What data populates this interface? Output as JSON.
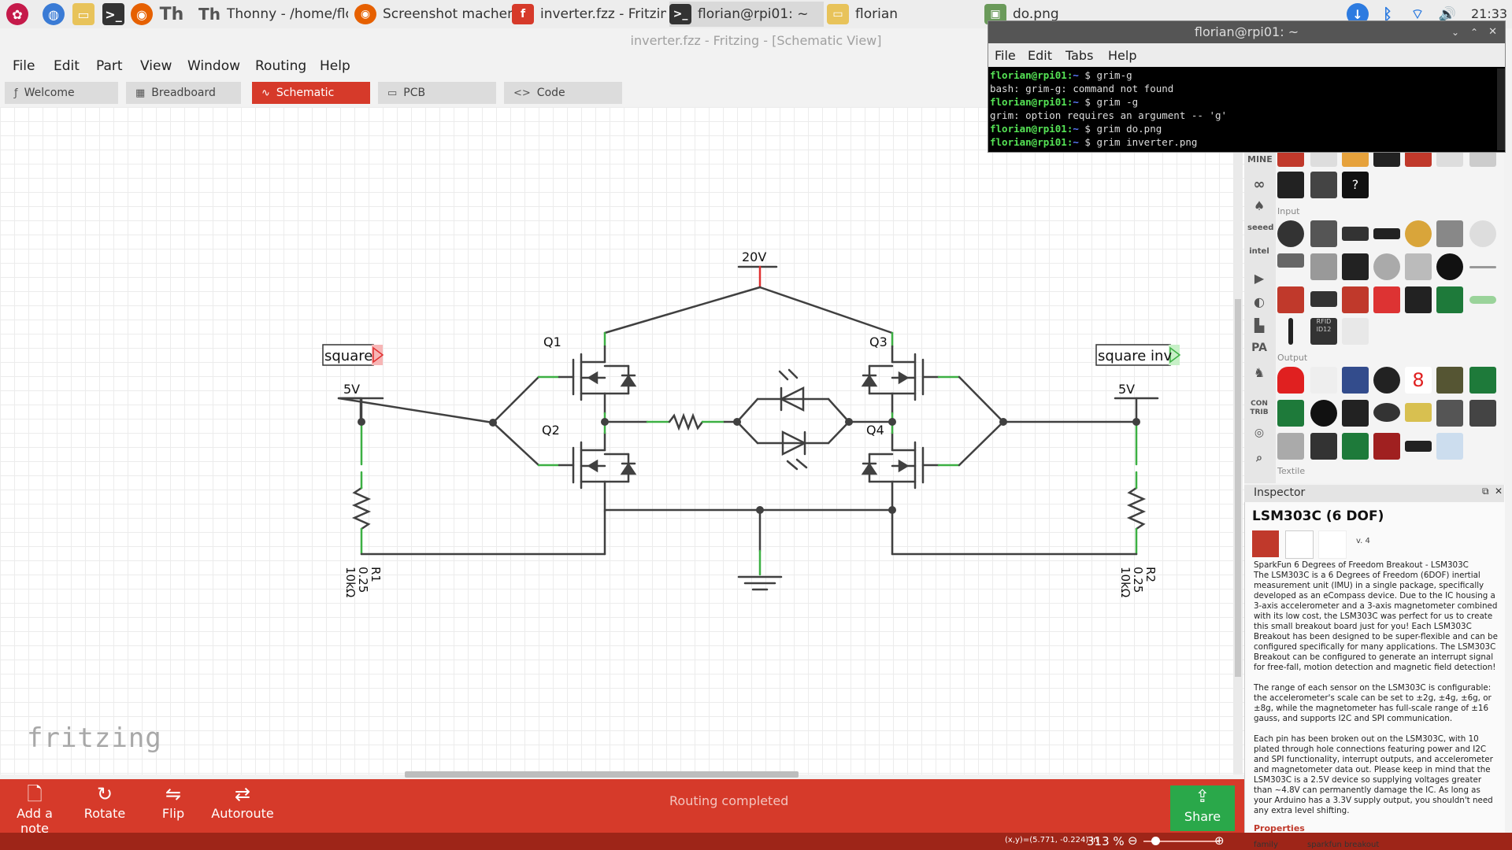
{
  "taskbar": {
    "tasks": [
      {
        "label": "Thonny  -  /home/flor.."
      },
      {
        "label": "Screenshot machen .."
      },
      {
        "label": "inverter.fzz - Fritzing .."
      },
      {
        "label": "florian@rpi01: ~"
      },
      {
        "label": "florian"
      },
      {
        "label": "do.png"
      }
    ],
    "clock": "21:33"
  },
  "window": {
    "title": "inverter.fzz - Fritzing - [Schematic View]"
  },
  "menu": [
    "File",
    "Edit",
    "Part",
    "View",
    "Window",
    "Routing",
    "Help"
  ],
  "view_tabs": [
    {
      "label": "Welcome"
    },
    {
      "label": "Breadboard"
    },
    {
      "label": "Schematic"
    },
    {
      "label": "PCB"
    },
    {
      "label": "Code"
    }
  ],
  "schematic": {
    "supply_top": "20V",
    "supply_left": "5V",
    "supply_right": "5V",
    "input_label": "square",
    "output_label": "square inv",
    "q1": "Q1",
    "q2": "Q2",
    "q3": "Q3",
    "q4": "Q4",
    "r1": {
      "name": "R1",
      "power": "0.25",
      "value": "10kΩ"
    },
    "r2": {
      "name": "R2",
      "power": "0.25",
      "value": "10kΩ"
    }
  },
  "canvas_logo": "fritzing",
  "toolbar": {
    "add_note": "Add a note",
    "rotate": "Rotate",
    "flip": "Flip",
    "autoroute": "Autoroute",
    "status": "Routing completed",
    "share": "Share"
  },
  "statusbar": {
    "coords": "(x,y)=(5.771, -0.224) in",
    "zoom": "313 %"
  },
  "parts_bin": {
    "side_labels": [
      "MINE",
      "CON TRIB"
    ],
    "section_input": "Input",
    "section_output": "Output",
    "section_textile": "Textile",
    "rfid_label": "RFID ID12"
  },
  "inspector": {
    "header": "Inspector",
    "title": "LSM303C (6 DOF)",
    "version": "v. 4",
    "desc": [
      "SparkFun 6 Degrees of Freedom Breakout - LSM303C\nThe LSM303C is a 6 Degrees of Freedom (6DOF) inertial measurement unit (IMU) in a single package, specifically developed as an eCompass device. Due to the IC housing a 3-axis accelerometer and a 3-axis magnetometer combined with its low cost, the LSM303C was perfect for us to create this small breakout board just for you! Each LSM303C Breakout has been designed to be super-flexible and can be configured specifically for many applications. The LSM303C Breakout can be configured to generate an interrupt signal for free-fall, motion detection and magnetic field detection!",
      "The range of each sensor on the LSM303C is configurable: the accelerometer's scale can be set to ±2g, ±4g, ±6g, or ±8g, while the magnetometer has full-scale range of ±16 gauss, and supports I2C and SPI communication.",
      "Each pin has been broken out on the LSM303C, with 10 plated through hole connections featuring power and I2C and SPI functionality, interrupt outputs, and accelerometer and magnetometer data out. Please keep in mind that the LSM303C is a 2.5V device so supplying voltages greater than ~4.8V can permanently damage the IC. As long as your Arduino has a 3.3V supply output, you shouldn't need any extra level shifting."
    ],
    "properties_label": "Properties",
    "prop_key": "family",
    "prop_value": "sparkfun breakout"
  },
  "terminal": {
    "title": "florian@rpi01: ~",
    "menu": [
      "File",
      "Edit",
      "Tabs",
      "Help"
    ],
    "prompt_user": "florian@rpi01:",
    "prompt_path": "~",
    "lines": [
      {
        "type": "cmd",
        "text": "grim-g"
      },
      {
        "type": "out",
        "text": "bash: grim-g: command not found"
      },
      {
        "type": "cmd",
        "text": "grim -g"
      },
      {
        "type": "out",
        "text": "grim: option requires an argument -- 'g'"
      },
      {
        "type": "cmd",
        "text": "grim do.png"
      },
      {
        "type": "cmd",
        "text": "grim inverter.png"
      }
    ]
  }
}
